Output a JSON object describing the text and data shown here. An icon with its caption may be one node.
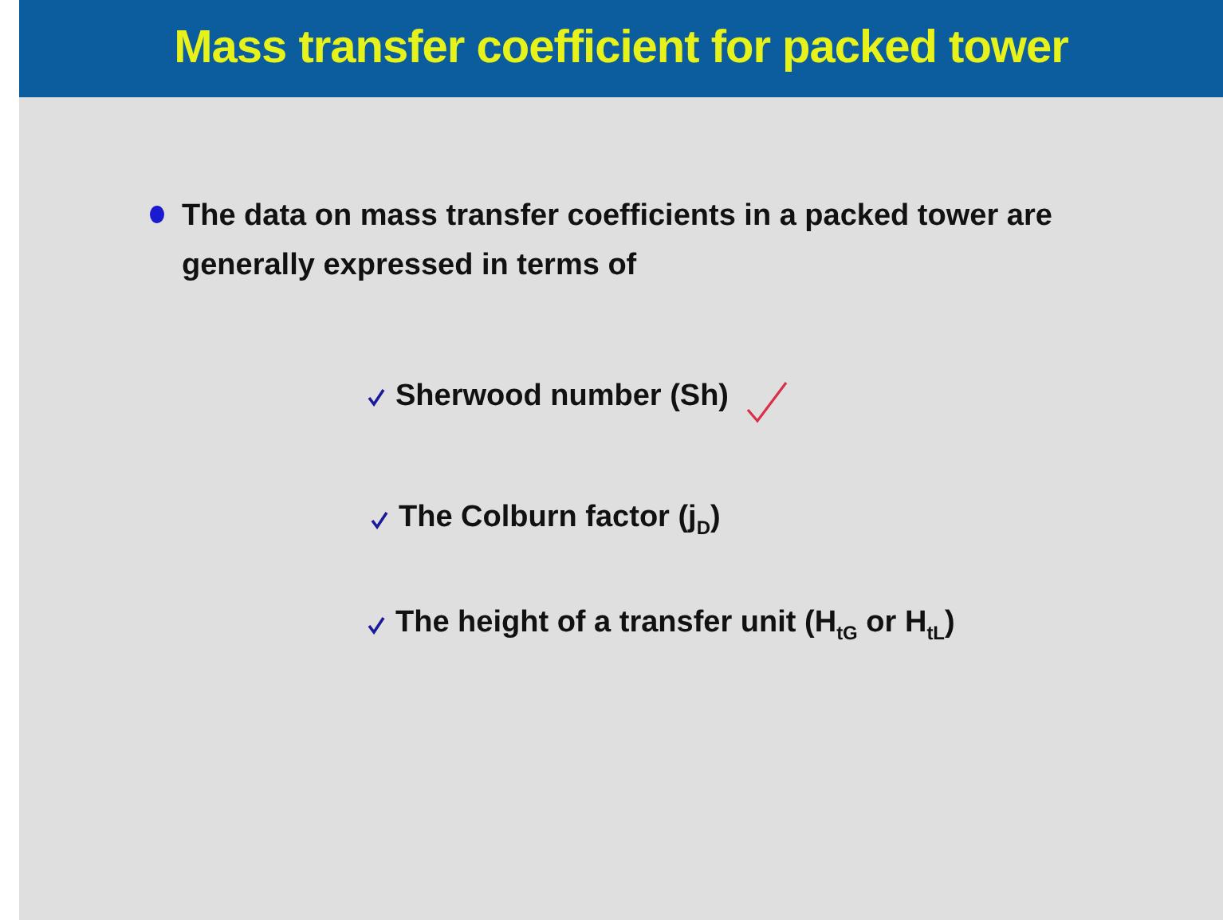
{
  "diagram": {
    "title": "Mass transfer coefficient for packed tower",
    "labels": [
      "The data on mass transfer coefficients in a packed tower are generally expressed in terms of",
      "Sherwood number (Sh)",
      "The Colburn factor (j$_{D}$)",
      "The height of a transfer unit (H$_{tG}$ or H$_{tL}$)"
    ]
  }
}
